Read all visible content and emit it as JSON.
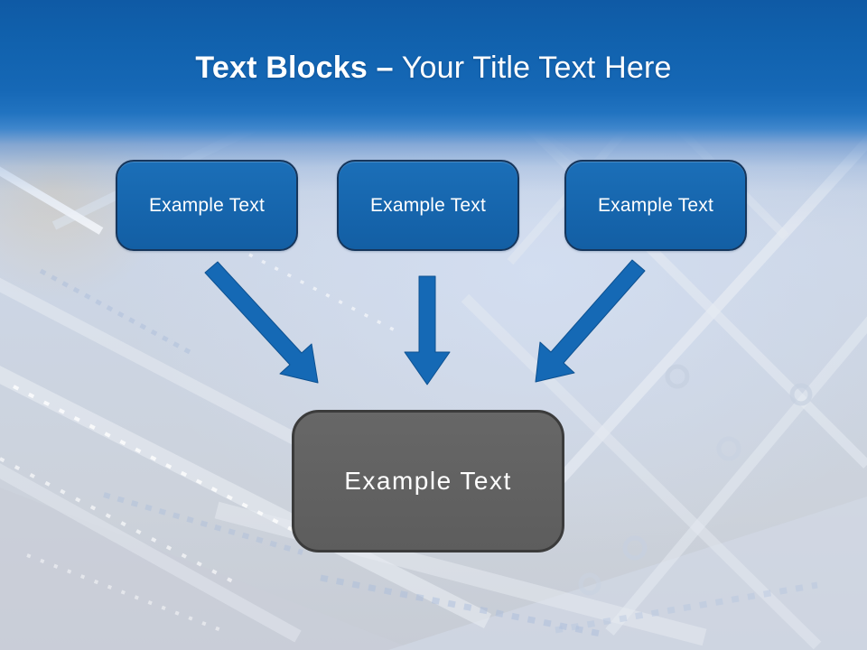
{
  "slide": {
    "type": "diagram",
    "background": "scaffolding construction photo washed with light blue overlay",
    "title": {
      "segment_bold": "Text Blocks –",
      "segment_regular": "Your Title Text Here"
    },
    "diagram": {
      "source_blocks": [
        {
          "id": 1,
          "label": "Example Text"
        },
        {
          "id": 2,
          "label": "Example Text"
        },
        {
          "id": 3,
          "label": "Example Text"
        }
      ],
      "target_block": {
        "label": "Example Text"
      },
      "connections": [
        {
          "from": "block-1",
          "to": "target",
          "direction": "down-right"
        },
        {
          "from": "block-2",
          "to": "target",
          "direction": "down"
        },
        {
          "from": "block-3",
          "to": "target",
          "direction": "down-left"
        }
      ]
    },
    "colors": {
      "header_gradient_top": "#0f5aa5",
      "header_gradient_mid": "#2173c0",
      "title_text": "#ffffff",
      "block_fill": "#1667b0",
      "block_border": "#16365c",
      "block_text": "#ffffff",
      "arrow_fill": "#1569b5",
      "arrow_stroke": "#0d5191",
      "target_fill": "#616161",
      "target_border": "#3b3b3b",
      "target_text": "#ffffff",
      "background_tint": "#ccd5e4"
    }
  }
}
